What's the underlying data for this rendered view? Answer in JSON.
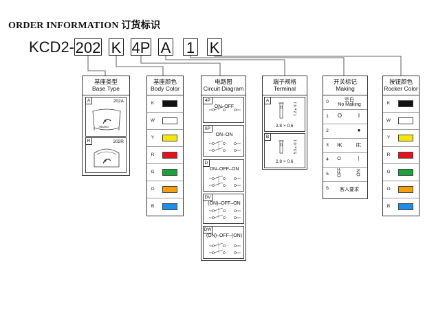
{
  "title": "ORDER INFORMATION 订货标识",
  "code": {
    "prefix": "KCD2-",
    "parts": [
      "202",
      "K",
      "4P",
      "A",
      "1",
      "K"
    ]
  },
  "base_type": {
    "cn": "基座类型",
    "en": "Base Type",
    "items": [
      {
        "code": "A",
        "model": "202A"
      },
      {
        "code": "R",
        "model": "202R"
      }
    ],
    "logo_text": "JINBANG"
  },
  "body_color": {
    "cn": "基座颜色",
    "en": "Body Color",
    "items": [
      {
        "code": "K",
        "color": "#111111"
      },
      {
        "code": "W",
        "color": "#ffffff"
      },
      {
        "code": "Y",
        "color": "#f5e60a"
      },
      {
        "code": "R",
        "color": "#e0141e"
      },
      {
        "code": "G",
        "color": "#1aa33a"
      },
      {
        "code": "O",
        "color": "#f5a00a"
      },
      {
        "code": "B",
        "color": "#1e8ee6"
      }
    ]
  },
  "circuit": {
    "cn": "电路图",
    "en": "Circuit Diagram",
    "items": [
      {
        "code": "4P",
        "name": "ON–OFF"
      },
      {
        "code": "6P",
        "name": "ON–ON"
      },
      {
        "code": "D",
        "name": "ON–OFF–ON"
      },
      {
        "code": "DV",
        "name": "(ON)–OFF–ON"
      },
      {
        "code": "DW",
        "name": "(ON)–OFF–(ON)"
      }
    ]
  },
  "terminal": {
    "cn": "端子规格",
    "en": "Terminal",
    "items": [
      {
        "code": "A",
        "dim_h": "7.2±0.1",
        "dim_w": "2.8 × 0.6"
      },
      {
        "code": "B",
        "dim_h": "5.5±0.1",
        "dim_w": "2.8 × 0.6"
      }
    ]
  },
  "making": {
    "cn": "开关标记",
    "en": "Making",
    "items": [
      {
        "code": "0",
        "left": "空白",
        "right": "No Making"
      },
      {
        "code": "1",
        "left": "O",
        "right": "I"
      },
      {
        "code": "2",
        "left": "",
        "right": "●"
      },
      {
        "code": "3",
        "left": "关",
        "right": "开"
      },
      {
        "code": "4",
        "left": "O",
        "right": "—"
      },
      {
        "code": "5",
        "left": "OFF",
        "right": "ON"
      },
      {
        "code": "6",
        "left": "客人要求",
        "right": ""
      }
    ]
  },
  "rocker_color": {
    "cn": "按钮颜色",
    "en": "Rocker Color",
    "items": [
      {
        "code": "K",
        "color": "#111111"
      },
      {
        "code": "W",
        "color": "#ffffff"
      },
      {
        "code": "Y",
        "color": "#f5e60a"
      },
      {
        "code": "R",
        "color": "#e0141e"
      },
      {
        "code": "G",
        "color": "#1aa33a"
      },
      {
        "code": "O",
        "color": "#f5a00a"
      },
      {
        "code": "B",
        "color": "#1e8ee6"
      }
    ]
  }
}
